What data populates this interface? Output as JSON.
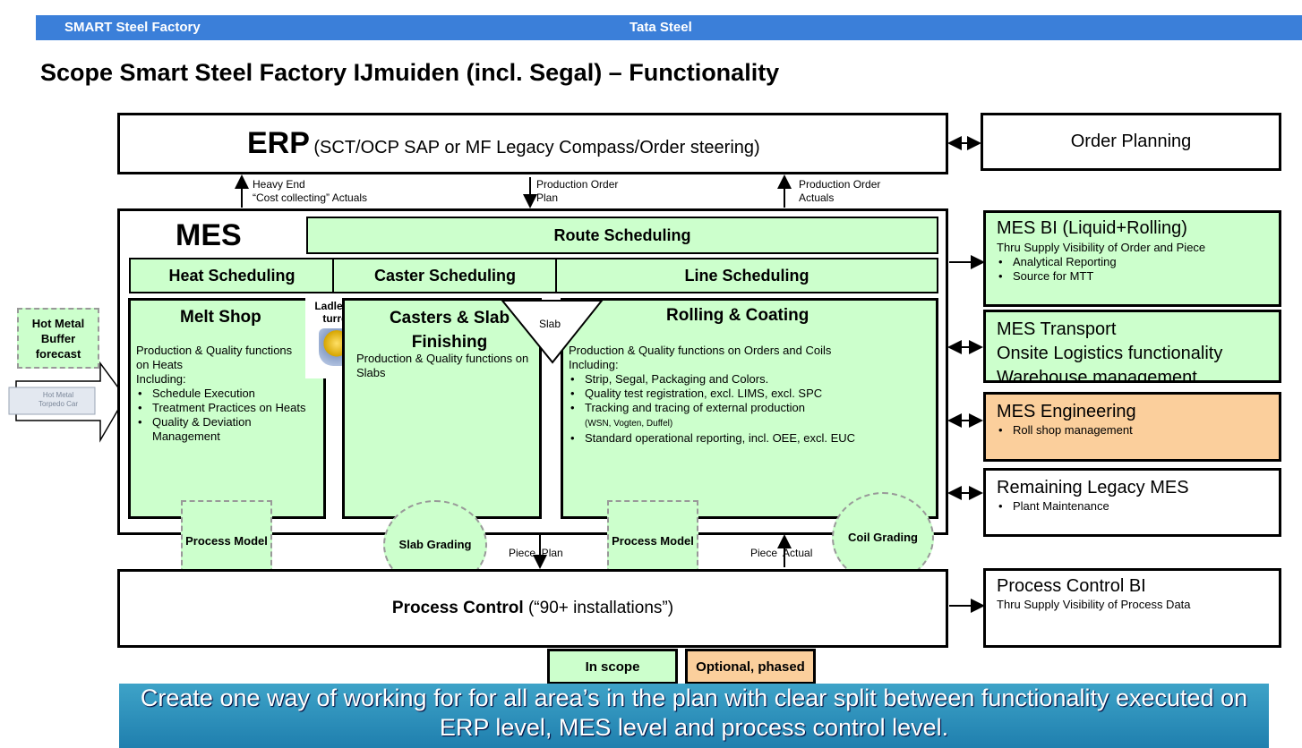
{
  "header": {
    "left": "SMART Steel Factory",
    "center": "Tata Steel"
  },
  "title": "Scope Smart Steel Factory IJmuiden (incl. Segal) – Functionality",
  "erp": {
    "label": "ERP",
    "sub": "(SCT/OCP SAP or MF Legacy Compass/Order steering)"
  },
  "arrows_top": {
    "a1": "Heavy End\n“Cost collecting” Actuals",
    "a2": "Production Order\nPlan",
    "a3": "Production Order\nActuals"
  },
  "mes": {
    "label": "MES",
    "route": "Route Scheduling",
    "heat": "Heat Scheduling",
    "caster": "Caster Scheduling",
    "line": "Line Scheduling",
    "melt": {
      "title": "Melt Shop",
      "desc": "Production & Quality functions on Heats",
      "including": "Including:",
      "items": [
        "Schedule Execution",
        "Treatment Practices on Heats",
        "Quality & Deviation Management"
      ]
    },
    "ladle": "Ladle on turret",
    "casters": {
      "title": "Casters & Slab Finishing",
      "desc": "Production & Quality functions on Slabs"
    },
    "slab": "Slab",
    "rolling": {
      "title": "Rolling & Coating",
      "desc": "Production & Quality functions on Orders and Coils",
      "including": "Including:",
      "items": [
        "Strip, Segal, Packaging and Colors.",
        "Quality test registration, excl. LIMS, excl. SPC",
        "Tracking and tracing of external production",
        "Standard operational reporting, incl. OEE, excl. EUC"
      ],
      "tracking_note": "(WSN, Vogten, Duffel)"
    }
  },
  "left": {
    "hot_metal": "Hot Metal Buffer forecast",
    "torpedo": "Hot Metal\nTorpedo Car"
  },
  "bridges": {
    "pm1": "Process Model",
    "slab_grading": "Slab Grading",
    "piece_plan": "Piece  Plan",
    "pm2": "Process Model",
    "piece_actual": "Piece  Actual",
    "coil_grading": "Coil Grading"
  },
  "process_control": {
    "label": "Process Control",
    "sub": "(“90+ installations”)"
  },
  "right": {
    "order_planning": "Order Planning",
    "mes_bi": {
      "title": "MES BI (Liquid+Rolling)",
      "desc": "Thru Supply Visibility of Order and Piece",
      "items": [
        "Analytical Reporting",
        "Source for MTT"
      ]
    },
    "mes_transport": {
      "title": "MES Transport",
      "line2": "Onsite Logistics functionality",
      "line3": "Warehouse management"
    },
    "mes_engineering": {
      "title": "MES Engineering",
      "items": [
        "Roll shop management"
      ]
    },
    "legacy": {
      "title": "Remaining Legacy MES",
      "items": [
        "Plant Maintenance"
      ]
    },
    "pc_bi": {
      "title": "Process Control BI",
      "desc": "Thru Supply Visibility of Process Data"
    }
  },
  "legend": {
    "in_scope": "In scope",
    "optional": "Optional, phased"
  },
  "footer": "Create one way of working for for all area’s in the plan with clear split between functionality executed on ERP level, MES level and process control level.",
  "colors": {
    "green": "#ccffcc",
    "orange": "#fbcf9c",
    "blue": "#3b7fd9"
  }
}
